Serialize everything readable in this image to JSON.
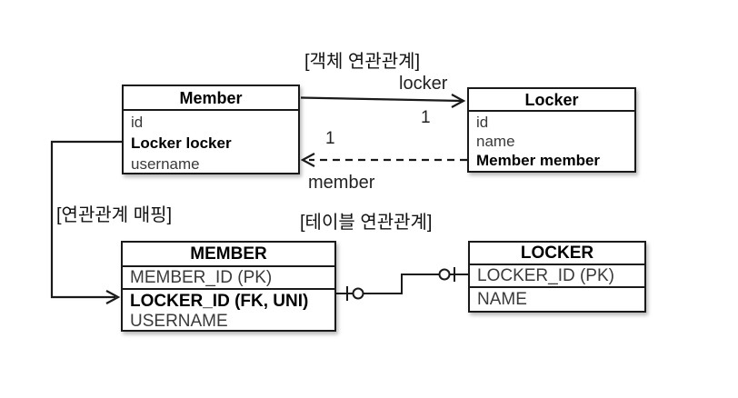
{
  "diagram": {
    "section_labels": {
      "object_association": "[객체 연관관계]",
      "association_mapping": "[연관관계 매핑]",
      "table_association": "[테이블 연관관계]"
    },
    "object_model": {
      "member_class": {
        "title": "Member",
        "fields": [
          {
            "name": "id"
          },
          {
            "name": "Locker locker"
          },
          {
            "name": "username"
          }
        ]
      },
      "locker_class": {
        "title": "Locker",
        "fields": [
          {
            "name": "id"
          },
          {
            "name": "name"
          },
          {
            "name": "Member member"
          }
        ]
      },
      "member_to_locker": {
        "role": "locker",
        "multiplicity": "1"
      },
      "locker_to_member": {
        "role": "member",
        "multiplicity": "1"
      }
    },
    "table_model": {
      "member_table": {
        "title": "MEMBER",
        "columns": [
          {
            "name": "MEMBER_ID (PK)"
          },
          {
            "name": "LOCKER_ID (FK, UNI)"
          },
          {
            "name": "USERNAME"
          }
        ]
      },
      "locker_table": {
        "title": "LOCKER",
        "columns": [
          {
            "name": "LOCKER_ID (PK)"
          },
          {
            "name": "NAME"
          }
        ]
      }
    },
    "colors": {
      "line": "#1a1a1a",
      "text_regular": "#3a3a3a",
      "text_bold": "#000000",
      "background": "#ffffff"
    }
  }
}
